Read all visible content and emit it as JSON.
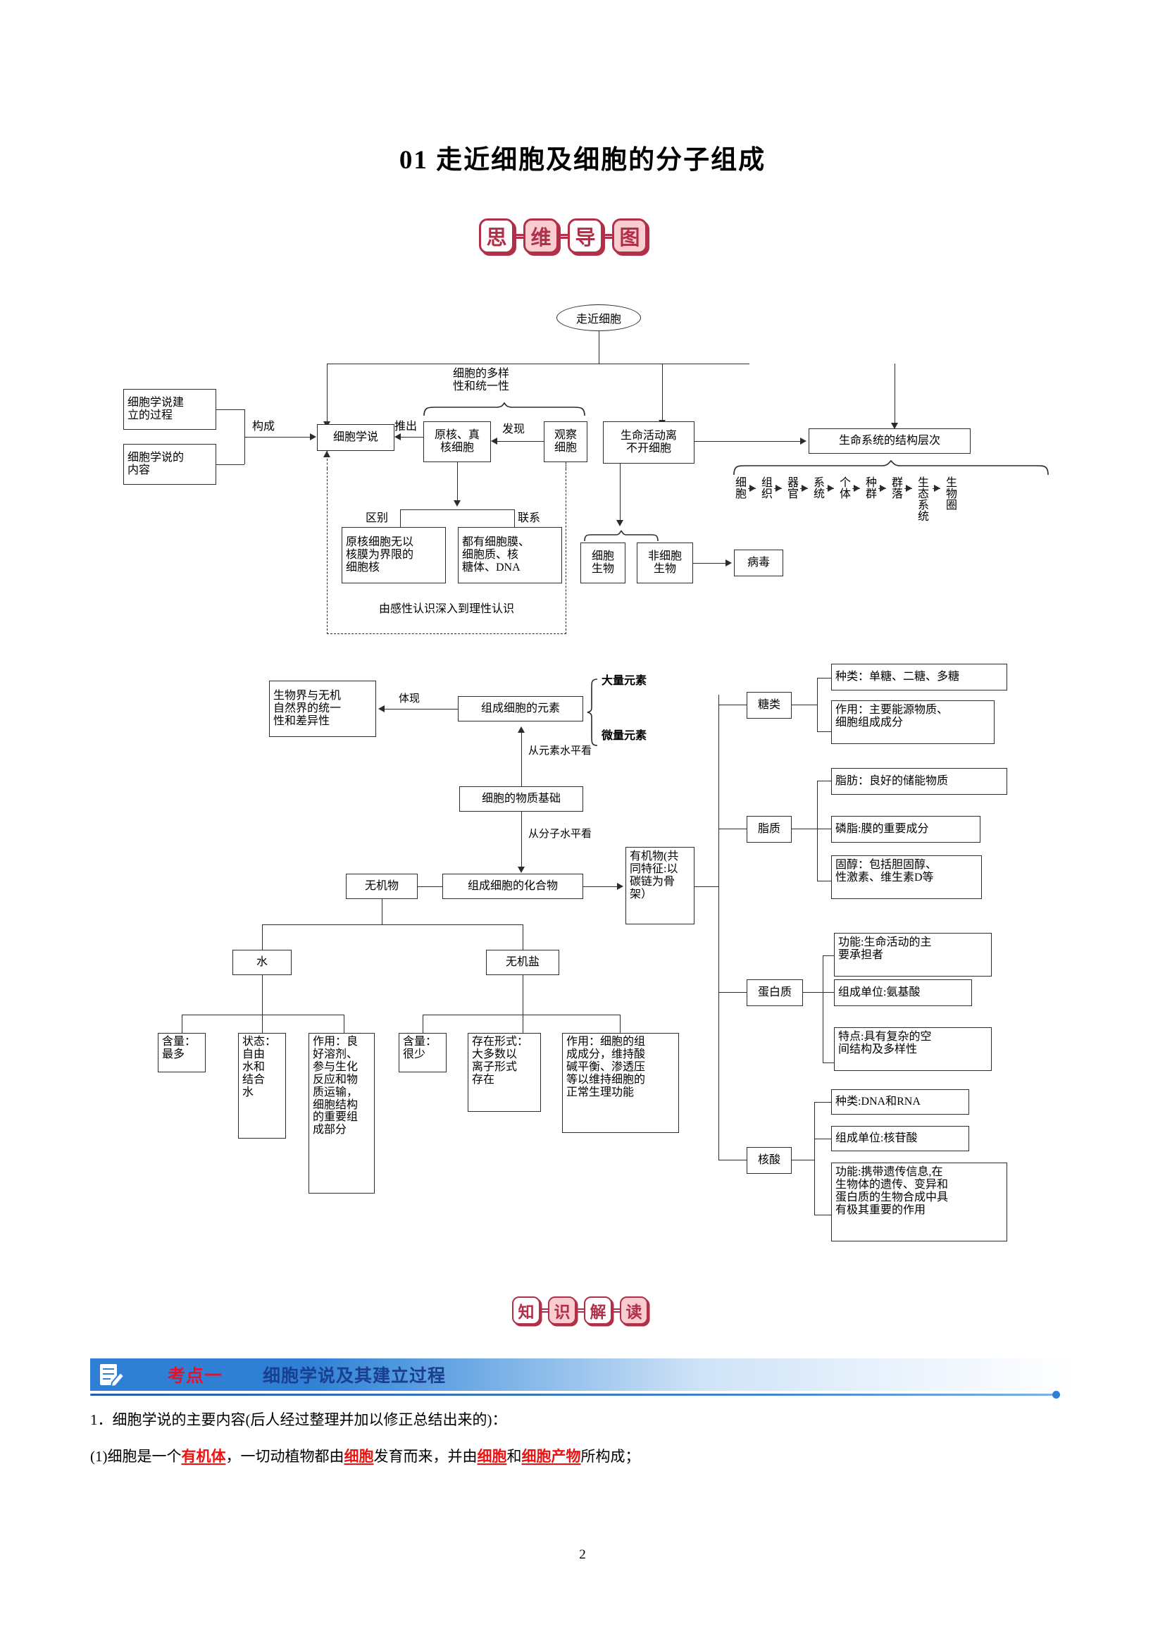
{
  "document": {
    "title": "01  走近细胞及细胞的分子组成",
    "page_number": "2"
  },
  "badges": {
    "mindmap": [
      "思",
      "维",
      "导",
      "图"
    ],
    "knowledge": [
      "知",
      "识",
      "解",
      "读"
    ]
  },
  "mindmap_top": {
    "root": "走近细胞",
    "nodes": {
      "cell_theory_build": "细胞学说建\n立的过程",
      "cell_theory_content": "细胞学说的\n内容",
      "cell_theory": "细胞学说",
      "prok_euk": "原核、真\n核细胞",
      "observe_cell": "观察\n细胞",
      "life_needs_cell": "生命活动离\n不开细胞",
      "life_system_levels": "生命系统的结构层次",
      "cell_org": "细胞\n生物",
      "noncell_org": "非细胞\n生物",
      "virus": "病毒",
      "difference_box": "原核细胞无以\n核膜为界限的\n细胞核",
      "link_box": "都有细胞膜、\n细胞质、核\n糖体、DNA"
    },
    "labels": {
      "diversity_unity": "细胞的多样\n性和统一性",
      "compose": "构成",
      "deduce": "推出",
      "discover": "发现",
      "difference": "区别",
      "link": "联系",
      "footer": "由感性认识深入到理性认识"
    },
    "hierarchy": [
      "细胞",
      "组织",
      "器官",
      "系统",
      "个体",
      "种群",
      "群落",
      "生态系统",
      "生物圈"
    ]
  },
  "mindmap_bottom": {
    "nodes": {
      "unity_difference": "生物界与无机\n自然界的统一\n性和差异性",
      "cell_elements": "组成细胞的元素",
      "macro_elements": "大量元素",
      "trace_elements": "微量元素",
      "material_basis": "细胞的物质基础",
      "cell_compounds": "组成细胞的化合物",
      "inorganic": "无机物",
      "organic": "有机物(共\n同特征:以\n碳链为骨\n架）",
      "water": "水",
      "inorganic_salt": "无机盐",
      "water_amount": "含量：\n最多",
      "water_state": "状态：\n自由\n水和\n结合\n水",
      "water_function": "作用：良\n好溶剂、\n参与生化\n反应和物\n质运输，\n细胞结构\n的重要组\n成部分",
      "salt_amount": "含量：\n很少",
      "salt_form": "存在形式：\n大多数以\n离子形式\n存在",
      "salt_function": "作用：细胞的组\n成成分，维持酸\n碱平衡、渗透压\n等以维持细胞的\n正常生理功能",
      "sugar": "糖类",
      "sugar_kind": "种类：单糖、二糖、多糖",
      "sugar_function": "作用：主要能源物质、\n细胞组成成分",
      "lipid": "脂质",
      "lipid_fat": "脂肪：良好的储能物质",
      "lipid_phospho": "磷脂:膜的重要成分",
      "lipid_sterol": "固醇：包括胆固醇、\n性激素、维生素D等",
      "protein": "蛋白质",
      "protein_function": "功能:生命活动的主\n要承担者",
      "protein_unit": "组成单位:氨基酸",
      "protein_feature": "特点:具有复杂的空\n间结构及多样性",
      "nucleic": "核酸",
      "nucleic_kind": "种类:DNA和RNA",
      "nucleic_unit": "组成单位:核苷酸",
      "nucleic_function": "功能:携带遗传信息,在\n生物体的遗传、变异和\n蛋白质的生物合成中具\n有极其重要的作用"
    },
    "labels": {
      "embody": "体现",
      "from_element_level": "从元素水平看",
      "from_molecule_level": "从分子水平看"
    }
  },
  "section": {
    "tag": "考点一",
    "title": "细胞学说及其建立过程",
    "icon": "notepad-pencil-icon",
    "accent_red": "#e8112d",
    "accent_blue": "#1b3f8f",
    "bar_blue": "#2f7fd4"
  },
  "body": {
    "line1": "1．细胞学说的主要内容(后人经过整理并加以修正总结出来的)：",
    "line2_parts": [
      {
        "t": "(1)细胞是一个",
        "hl": false
      },
      {
        "t": "有机体",
        "hl": true
      },
      {
        "t": "，一切动植物都由",
        "hl": false
      },
      {
        "t": "细胞",
        "hl": true
      },
      {
        "t": "发育而来，并由",
        "hl": false
      },
      {
        "t": "细胞",
        "hl": true
      },
      {
        "t": "和",
        "hl": false
      },
      {
        "t": "细胞产物",
        "hl": true
      },
      {
        "t": "所构成；",
        "hl": false
      }
    ]
  }
}
